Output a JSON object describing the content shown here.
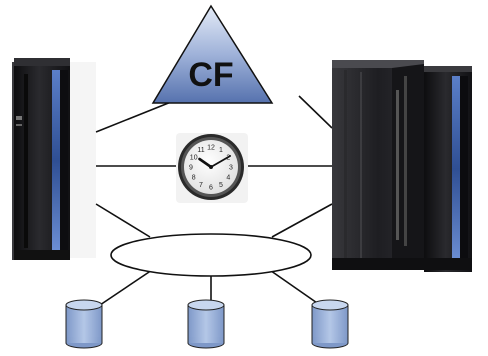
{
  "cf_label": "CF",
  "icons": {
    "cf": "triangle-icon",
    "clock": "clock-icon",
    "left_server": "server-rack-icon",
    "right_server": "server-rack-icon",
    "network": "ellipse-network-icon",
    "storage": "database-cylinder-icon"
  },
  "colors": {
    "cf_fill_top": "#d6e0f2",
    "cf_fill_bottom": "#5d78b4",
    "cylinder_fill": "#9bb3dc",
    "cylinder_top": "#c8d7ef",
    "line": "#111111",
    "server_body": "#1b1b1e",
    "server_accent": "#3b5fa8"
  },
  "clock": {
    "hour": 10,
    "minute": 10
  }
}
